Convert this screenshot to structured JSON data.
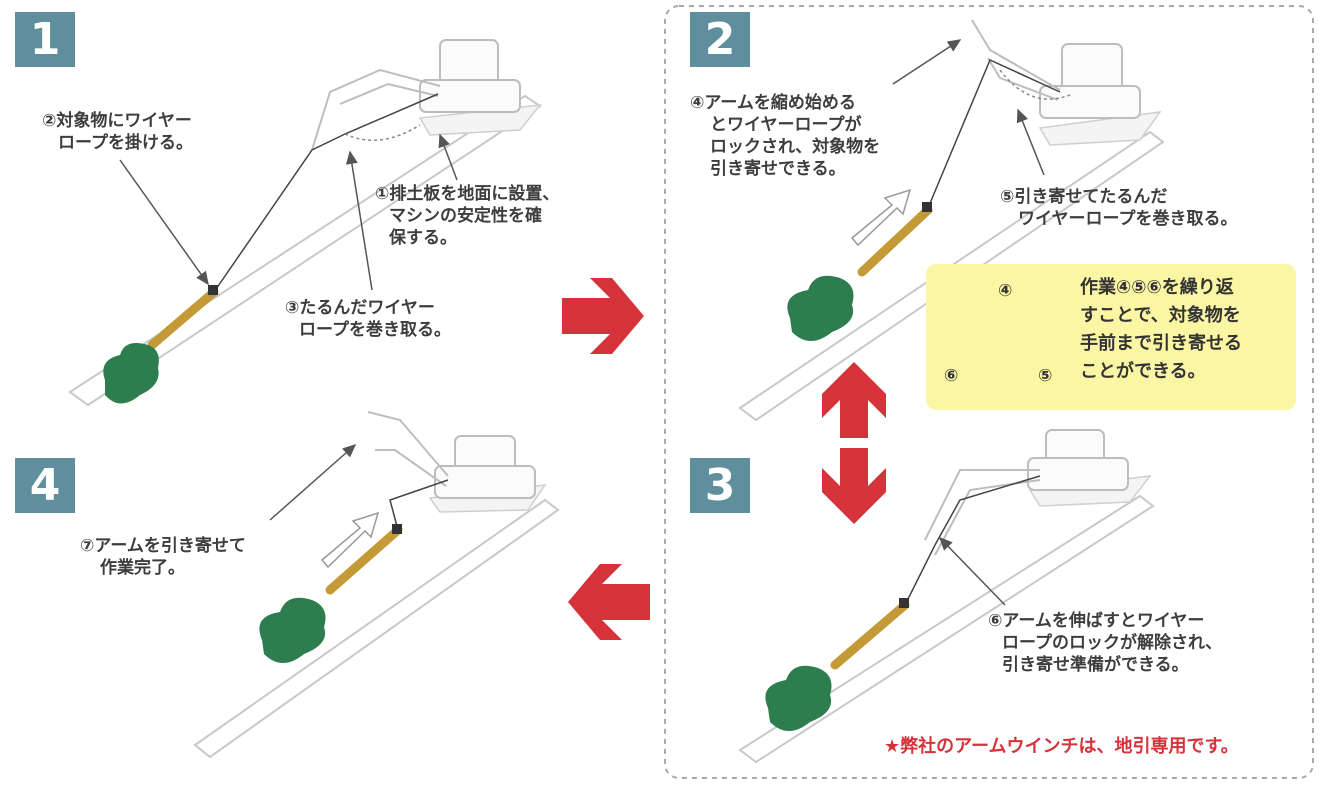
{
  "steps": [
    {
      "number": "1",
      "notes": [
        {
          "lines": [
            "②対象物にワイヤー",
            "ロープを掛ける。"
          ]
        },
        {
          "lines": [
            "①排土板を地面に設置、",
            "マシンの安定性を確",
            "保する。"
          ]
        },
        {
          "lines": [
            "③たるんだワイヤー",
            "ロープを巻き取る。"
          ]
        }
      ]
    },
    {
      "number": "2",
      "notes": [
        {
          "lines": [
            "④アームを縮め始める",
            "とワイヤーロープが",
            "ロックされ、対象物を",
            "引き寄せできる。"
          ]
        },
        {
          "lines": [
            "⑤引き寄せてたるんだ",
            "ワイヤーロープを巻き取る。"
          ]
        }
      ]
    },
    {
      "number": "3",
      "notes": [
        {
          "lines": [
            "⑥アームを伸ばすとワイヤー",
            "ロープのロックが解除され、",
            "引き寄せ準備ができる。"
          ]
        }
      ]
    },
    {
      "number": "4",
      "notes": [
        {
          "lines": [
            "⑦アームを引き寄せて",
            "作業完了。"
          ]
        }
      ]
    }
  ],
  "cycle": {
    "labels": [
      "④",
      "⑤",
      "⑥"
    ],
    "lines": [
      "作業④⑤⑥を繰り返",
      "すことで、対象物を",
      "手前まで引き寄せる",
      "ことができる。"
    ]
  },
  "footnote": "★弊社のアームウインチは、地引専用です。",
  "colors": {
    "badge": "#5f8f9c",
    "accent_red": "#d6323a",
    "tree_green": "#2e7d4f",
    "highlight": "#fbf6a4"
  }
}
